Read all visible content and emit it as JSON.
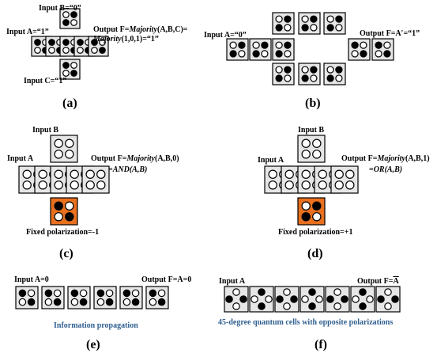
{
  "panel_a": {
    "input_b": "Input B=“0”",
    "input_a": "Input A=“1”",
    "input_c": "Input C=“1”",
    "output_line1_pre": "Output F=",
    "output_line1_it": "Majority",
    "output_line1_post": "(A,B,C)=",
    "output_line2_it": "Majority",
    "output_line2_post": "(1,0,1)=“1”",
    "caption": "(a)"
  },
  "panel_b": {
    "input_a": "Input A=“0”",
    "output": "Output F=A′=“1”",
    "caption": "(b)"
  },
  "panel_c": {
    "input_b": "Input B",
    "input_a": "Input A",
    "output_line1_pre": "Output F=",
    "output_line1_it": "Majority",
    "output_line1_post": "(A,B,0)",
    "output_line2_pre": "=",
    "output_line2_it": "AND(A,B)",
    "fixed": "Fixed polarization=-1",
    "caption": "(c)"
  },
  "panel_d": {
    "input_b": "Input B",
    "input_a": "Input A",
    "output_line1_pre": "Output F=",
    "output_line1_it": "Majority",
    "output_line1_post": "(A,B,1)",
    "output_line2_pre": "=",
    "output_line2_it": "OR(A,B)",
    "fixed": "Fixed polarization=+1",
    "caption": "(d)"
  },
  "panel_e": {
    "input": "Input A=0",
    "output": "Output F=A=0",
    "subtitle": "Information propagation",
    "caption": "(e)"
  },
  "panel_f": {
    "input": "Input A",
    "output_pre": "Output F=",
    "output_bar": "A",
    "subtitle": "45-degree quantum cells with opposite polarizations",
    "caption": "(f)"
  },
  "colors": {
    "cell_fill": "#e6e6e6",
    "fixed_cell_fill": "#e8701e",
    "subtitle_text": "#2f5f8f"
  }
}
